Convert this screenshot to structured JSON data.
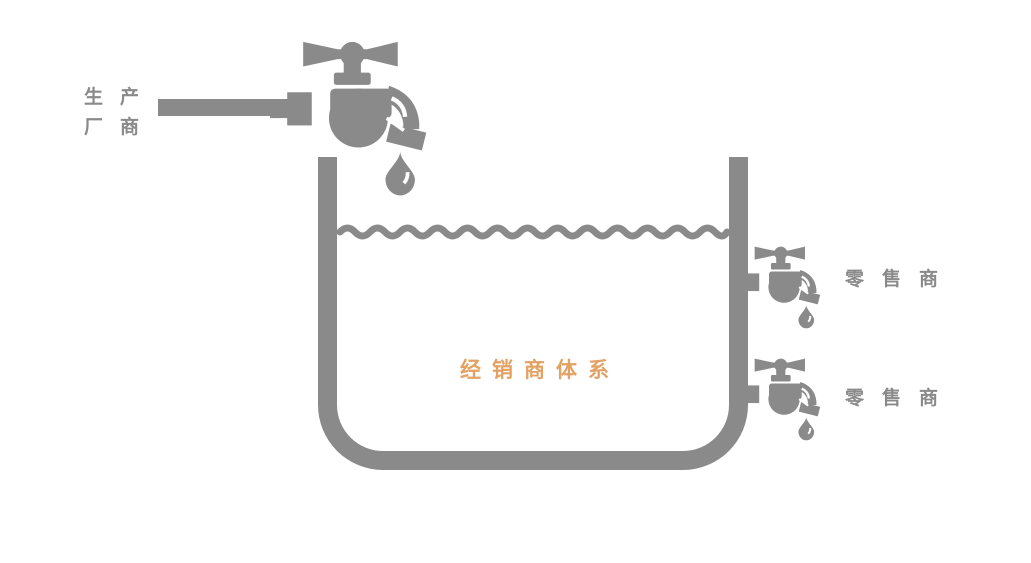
{
  "labels": {
    "producer_line1": "生产",
    "producer_line2": "厂商",
    "tank_system": "经销商体系",
    "retailer_top": "零售商",
    "retailer_bottom": "零售商"
  },
  "colors": {
    "diagram_gray": "#8A8A8A",
    "accent_orange": "#E3A264",
    "background": "#FFFFFF"
  },
  "icons": {
    "main_faucet": "tap-with-cross-handle-and-drip",
    "retailer_faucet_top": "tap-with-cross-handle-and-drip",
    "retailer_faucet_bottom": "tap-with-cross-handle-and-drip",
    "supply_pipe": "horizontal-pipe",
    "tank": "open-top-rounded-container",
    "water_surface": "wavy-line"
  }
}
